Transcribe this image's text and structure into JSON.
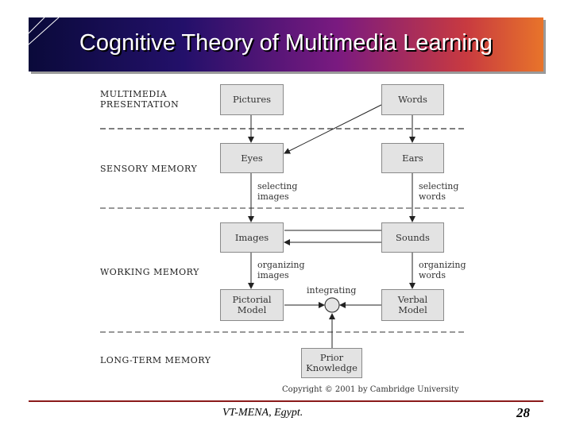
{
  "slide": {
    "title": "Cognitive Theory of Multimedia Learning",
    "footer": "VT-MENA, Egypt.",
    "page_number": "28"
  },
  "diagram": {
    "layers": {
      "presentation": "MULTIMEDIA\nPRESENTATION",
      "sensory": "SENSORY MEMORY",
      "working": "WORKING MEMORY",
      "long_term": "LONG-TERM MEMORY"
    },
    "boxes": {
      "pictures": "Pictures",
      "words": "Words",
      "eyes": "Eyes",
      "ears": "Ears",
      "images": "Images",
      "sounds": "Sounds",
      "pictorial_model": "Pictorial\nModel",
      "verbal_model": "Verbal\nModel",
      "prior_knowledge": "Prior\nKnowledge"
    },
    "processes": {
      "selecting_images": "selecting\nimages",
      "selecting_words": "selecting\nwords",
      "organizing_images": "organizing\nimages",
      "organizing_words": "organizing\nwords",
      "integrating": "integrating"
    },
    "copyright": "Copyright © 2001 by Cambridge University"
  },
  "colors": {
    "box_fill": "#e3e3e3",
    "footer_rule": "#8b1a1a"
  }
}
